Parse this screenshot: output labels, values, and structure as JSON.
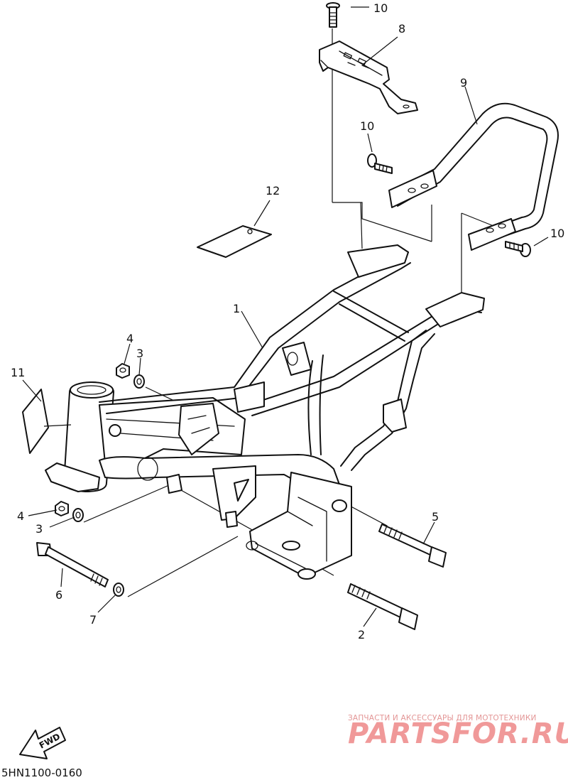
{
  "diagram": {
    "part_code": "5HN1100-0160",
    "fwd_label": "FWD",
    "callouts": [
      "1",
      "2",
      "3",
      "3",
      "4",
      "4",
      "5",
      "6",
      "7",
      "8",
      "9",
      "10",
      "10",
      "10",
      "11",
      "12"
    ]
  },
  "watermark": {
    "caption": "ЗАПЧАСТИ И АКСЕССУАРЫ ДЛЯ МОТОТЕХНИКИ",
    "logo": "PARTSFOR.RU"
  }
}
